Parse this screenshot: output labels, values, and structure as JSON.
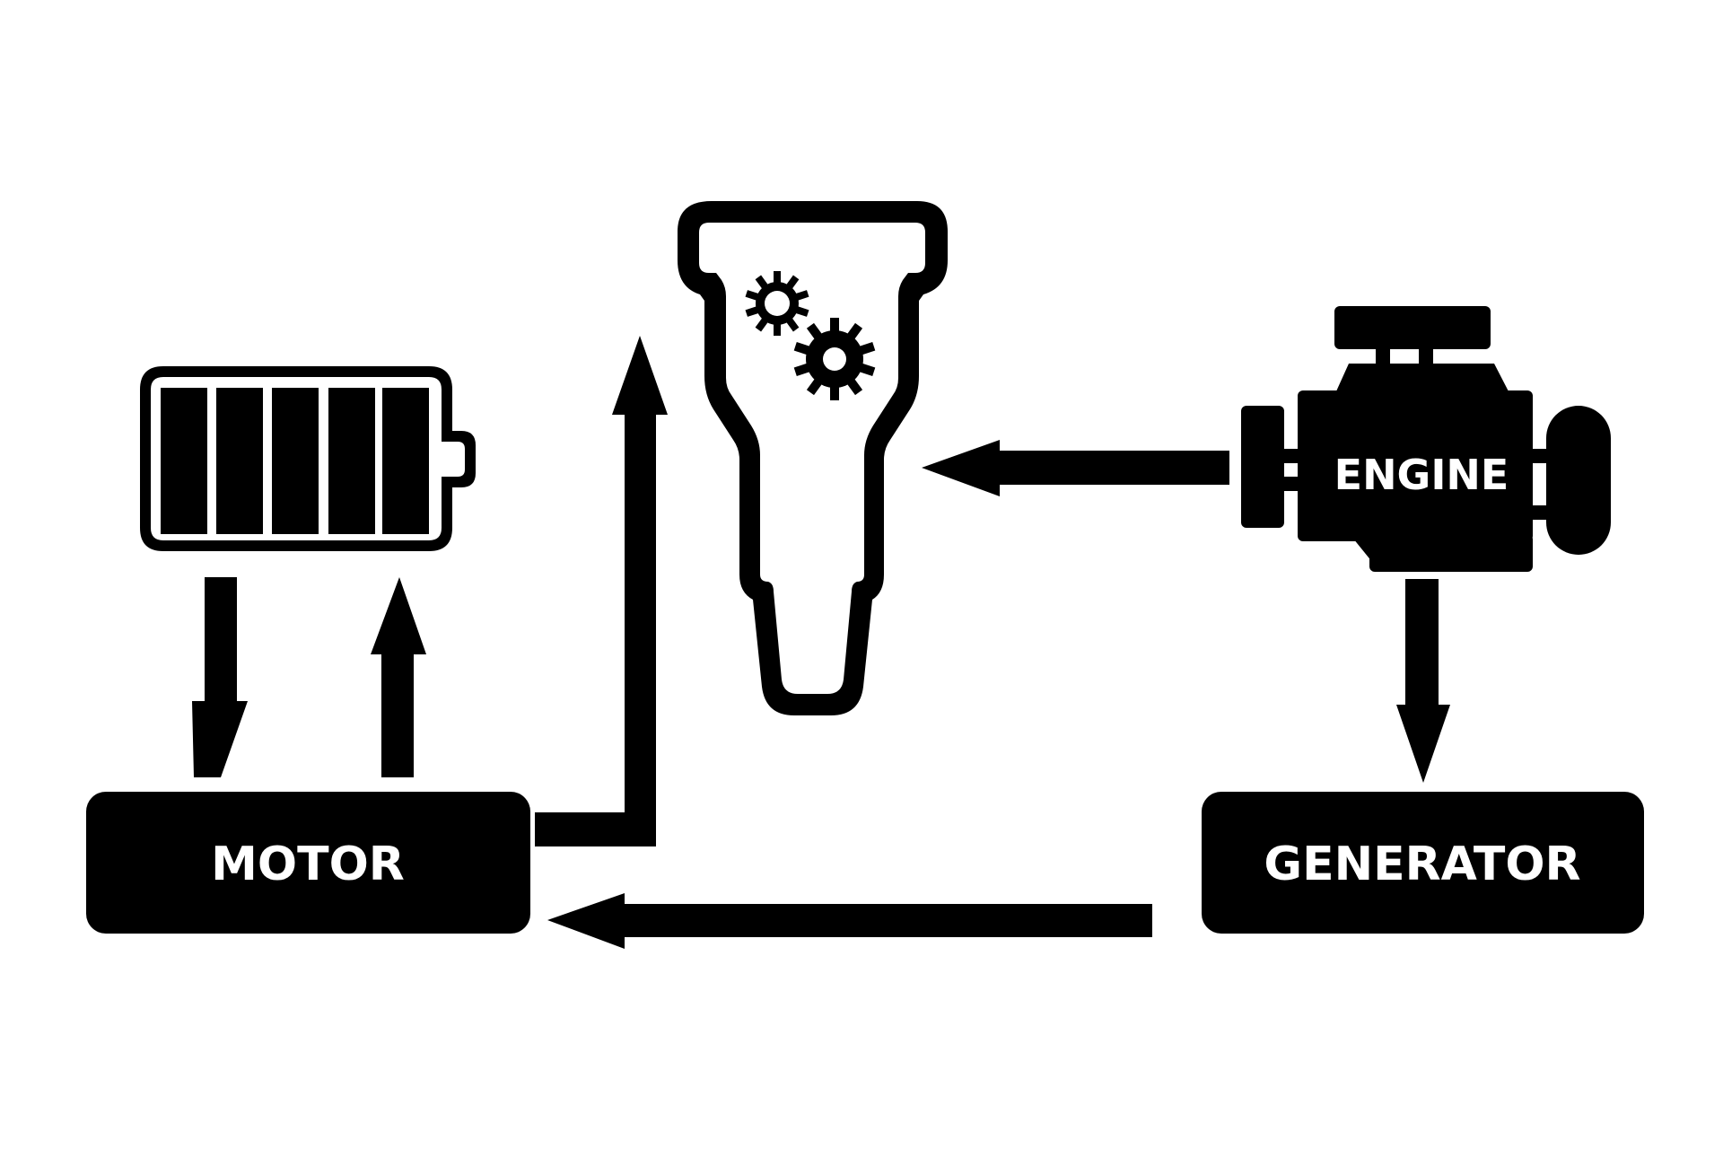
{
  "diagram": {
    "type": "hybrid-powertrain-flow",
    "colors": {
      "foreground": "#000000",
      "background": "#ffffff"
    },
    "nodes": [
      {
        "id": "battery",
        "icon": "battery-icon",
        "label": "",
        "charge_segments_filled": 5,
        "charge_segments_total": 5
      },
      {
        "id": "transmission",
        "icon": "transmission-gears-icon",
        "label": ""
      },
      {
        "id": "engine",
        "icon": "engine-icon",
        "label": "ENGINE"
      },
      {
        "id": "motor",
        "icon": "",
        "label": "MOTOR"
      },
      {
        "id": "generator",
        "icon": "",
        "label": "GENERATOR"
      }
    ],
    "edges": [
      {
        "from": "battery",
        "to": "motor"
      },
      {
        "from": "motor",
        "to": "battery"
      },
      {
        "from": "motor",
        "to": "transmission"
      },
      {
        "from": "engine",
        "to": "transmission"
      },
      {
        "from": "engine",
        "to": "generator"
      },
      {
        "from": "generator",
        "to": "motor"
      }
    ]
  }
}
